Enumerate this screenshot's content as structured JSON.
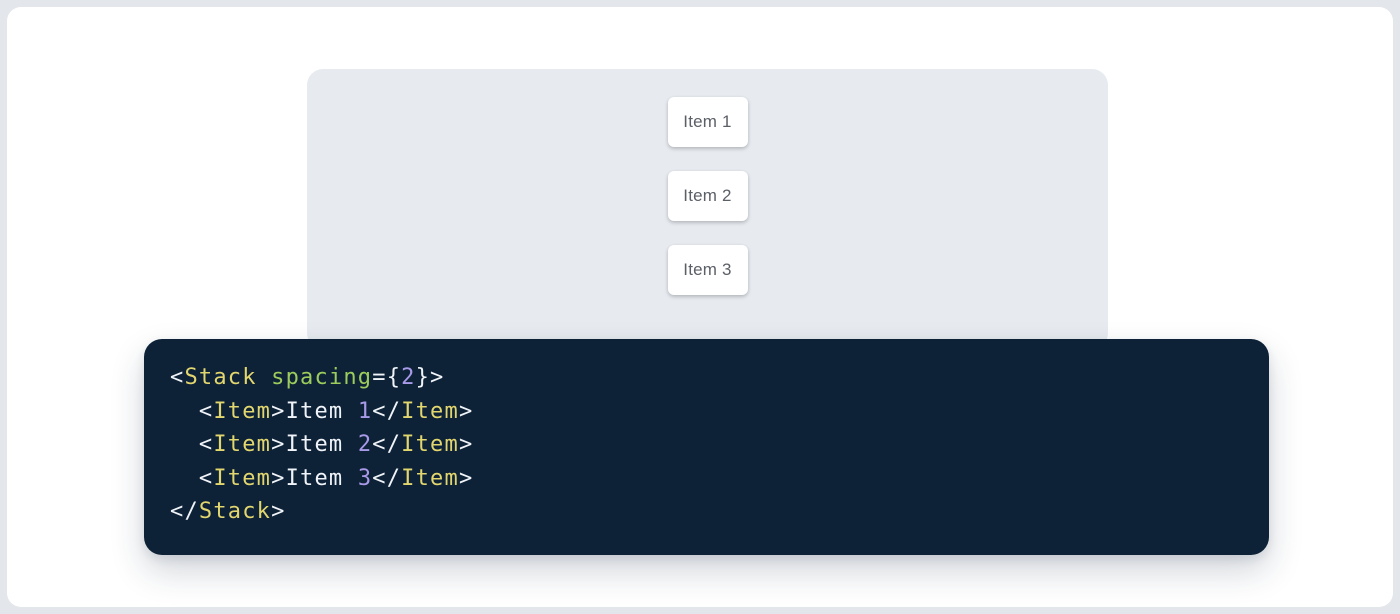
{
  "demo": {
    "items": [
      "Item 1",
      "Item 2",
      "Item 3"
    ],
    "panel_bg": "#e7ebf0",
    "item_text_color": "#5b5f66"
  },
  "code": {
    "background": "#0d2137",
    "colors": {
      "tag": "#e2d66e",
      "attr": "#9ccc5c",
      "number": "#a89ae8",
      "punct": "#f0f4f8",
      "plain": "#f0f4f8"
    },
    "lines": [
      [
        {
          "t": "punct",
          "v": "<"
        },
        {
          "t": "tag",
          "v": "Stack"
        },
        {
          "t": "plain",
          "v": " "
        },
        {
          "t": "attr",
          "v": "spacing"
        },
        {
          "t": "punct",
          "v": "={"
        },
        {
          "t": "number",
          "v": "2"
        },
        {
          "t": "punct",
          "v": "}>"
        }
      ],
      [
        {
          "t": "plain",
          "v": "  "
        },
        {
          "t": "punct",
          "v": "<"
        },
        {
          "t": "tag",
          "v": "Item"
        },
        {
          "t": "punct",
          "v": ">"
        },
        {
          "t": "plain",
          "v": "Item "
        },
        {
          "t": "number",
          "v": "1"
        },
        {
          "t": "punct",
          "v": "</"
        },
        {
          "t": "tag",
          "v": "Item"
        },
        {
          "t": "punct",
          "v": ">"
        }
      ],
      [
        {
          "t": "plain",
          "v": "  "
        },
        {
          "t": "punct",
          "v": "<"
        },
        {
          "t": "tag",
          "v": "Item"
        },
        {
          "t": "punct",
          "v": ">"
        },
        {
          "t": "plain",
          "v": "Item "
        },
        {
          "t": "number",
          "v": "2"
        },
        {
          "t": "punct",
          "v": "</"
        },
        {
          "t": "tag",
          "v": "Item"
        },
        {
          "t": "punct",
          "v": ">"
        }
      ],
      [
        {
          "t": "plain",
          "v": "  "
        },
        {
          "t": "punct",
          "v": "<"
        },
        {
          "t": "tag",
          "v": "Item"
        },
        {
          "t": "punct",
          "v": ">"
        },
        {
          "t": "plain",
          "v": "Item "
        },
        {
          "t": "number",
          "v": "3"
        },
        {
          "t": "punct",
          "v": "</"
        },
        {
          "t": "tag",
          "v": "Item"
        },
        {
          "t": "punct",
          "v": ">"
        }
      ],
      [
        {
          "t": "punct",
          "v": "</"
        },
        {
          "t": "tag",
          "v": "Stack"
        },
        {
          "t": "punct",
          "v": ">"
        }
      ]
    ]
  }
}
